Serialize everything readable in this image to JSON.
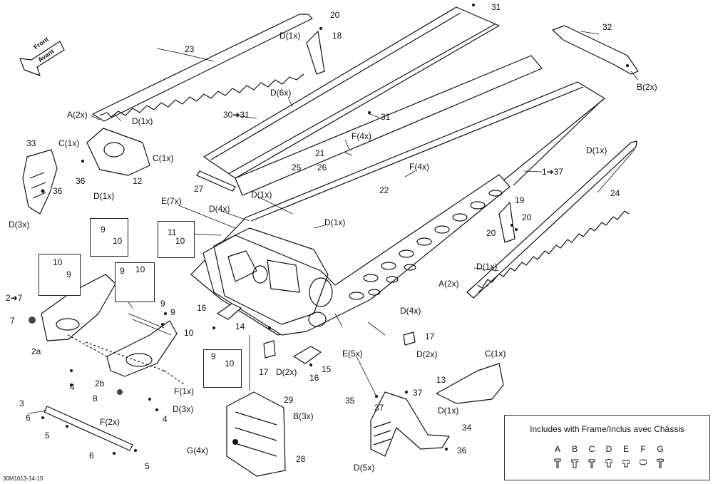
{
  "diagram": {
    "reference": "30M1013-14-15",
    "front_label": [
      "Front",
      "Avant"
    ],
    "legend": {
      "title": "Includes with Frame/Inclus avec Châssis",
      "items": [
        "A",
        "B",
        "C",
        "D",
        "E",
        "F",
        "G"
      ]
    },
    "callouts": {
      "c31a": "31",
      "c20a": "20",
      "d1x_a": "D(1x)",
      "c18": "18",
      "c32": "32",
      "c23": "23",
      "b2x_a": "B(2x)",
      "d6x": "D(6x)",
      "a2x_a": "A(2x)",
      "d1x_b": "D(1x)",
      "c30_31": "30➔31",
      "c31b": "31",
      "c33": "33",
      "c1x_a": "C(1x)",
      "c1x_b": "C(1x)",
      "c36a": "36",
      "c12": "12",
      "c36b": "36",
      "d1x_c": "D(1x)",
      "f4x_a": "F(4x)",
      "c21": "21",
      "c25": "25",
      "c26": "26",
      "f4x_b": "F(4x)",
      "c1_37": "1➔37",
      "d1x_d": "D(1x)",
      "c22": "22",
      "c27": "27",
      "d3x_a": "D(3x)",
      "d1x_e": "D(1x)",
      "e7x": "E(7x)",
      "c24": "24",
      "d4x_a": "D(4x)",
      "c19": "19",
      "c20b": "20",
      "c20c": "20",
      "d1x_f": "D(1x)",
      "c9a": "9",
      "c10a": "10",
      "c11": "11",
      "c10b": "10",
      "c10c": "10",
      "c9b": "9",
      "c9c": "9",
      "c10d": "10",
      "c2_7": "2➔7",
      "d1x_g": "D(1x)",
      "a2x_b": "A(2x)",
      "c9d": "9",
      "c9e": "9",
      "c16a": "16",
      "d4x_b": "D(4x)",
      "c7": "7",
      "c10e": "10",
      "c14": "14",
      "c2a": "2a",
      "c17a": "17",
      "d2x_a": "D(2x)",
      "e5x": "E(5x)",
      "c9f": "9",
      "c10f": "10",
      "c1x_c": "C(1x)",
      "c17b": "17",
      "d2x_b": "D(2x)",
      "c15": "15",
      "c16b": "16",
      "c2b": "2b",
      "c4a": "4",
      "c13": "13",
      "f1x": "F(1x)",
      "c8": "8",
      "c35": "35",
      "c37a": "37",
      "c29": "29",
      "c3": "3",
      "d3x_b": "D(3x)",
      "d1x_h": "D(1x)",
      "c37b": "37",
      "b3x": "B(3x)",
      "c6a": "6",
      "f2x": "F(2x)",
      "c4b": "4",
      "c5a": "5",
      "c34": "34",
      "g4x": "G(4x)",
      "c6b": "6",
      "c36c": "36",
      "c28": "28",
      "c5b": "5",
      "d5x": "D(5x)"
    }
  }
}
